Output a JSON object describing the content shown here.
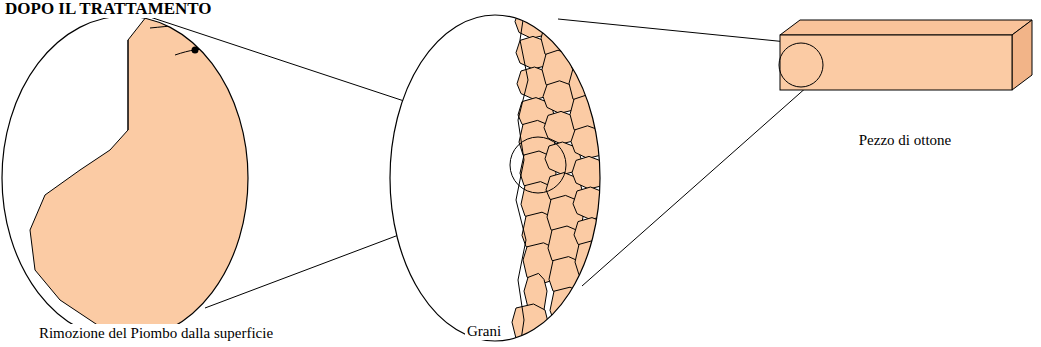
{
  "diagram": {
    "title": "DOPO IL TRATTAMENTO",
    "labels": [
      "Pezzo di ottone",
      "Grani",
      "Rimozione del Piombo dalla superficie"
    ]
  }
}
